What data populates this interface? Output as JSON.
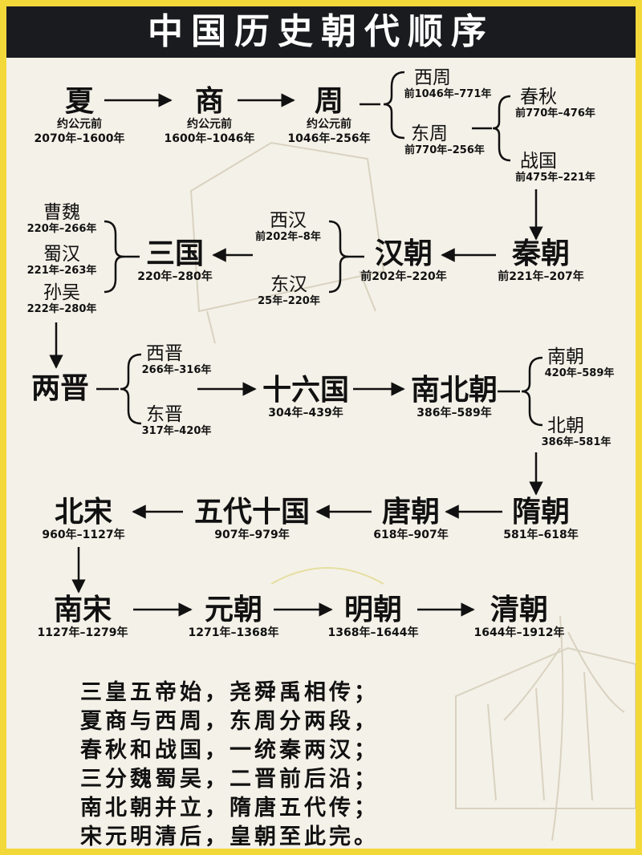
{
  "title": "中国历史朝代顺序",
  "colors": {
    "frame": "#f3d83a",
    "title_bar": "#1a1b1f",
    "title_text": "#ffffff",
    "paper": "#f4f1e8",
    "ink": "#111111"
  },
  "row1": {
    "xia": {
      "name": "夏",
      "note": "约公元前",
      "years": "2070年–1600年"
    },
    "shang": {
      "name": "商",
      "note": "约公元前",
      "years": "1600年–1046年"
    },
    "zhou": {
      "name": "周",
      "note": "约公元前",
      "years": "1046年–256年"
    },
    "western_zhou": {
      "name": "西周",
      "years": "前1046年–771年"
    },
    "eastern_zhou": {
      "name": "东周",
      "years": "前770年–256年"
    },
    "spring_autumn": {
      "name": "春秋",
      "years": "前770年–476年"
    },
    "warring_states": {
      "name": "战国",
      "years": "前475年–221年"
    }
  },
  "row2": {
    "qin": {
      "name": "秦朝",
      "years": "前221年–207年"
    },
    "han": {
      "name": "汉朝",
      "years": "前202年–220年"
    },
    "western_han": {
      "name": "西汉",
      "years": "前202年–8年"
    },
    "eastern_han": {
      "name": "东汉",
      "years": "25年–220年"
    },
    "three_kingdoms": {
      "name": "三国",
      "years": "220年–280年"
    },
    "cao_wei": {
      "name": "曹魏",
      "years": "220年–266年"
    },
    "shu_han": {
      "name": "蜀汉",
      "years": "221年–263年"
    },
    "sun_wu": {
      "name": "孙吴",
      "years": "222年–280年"
    }
  },
  "row3": {
    "jin": {
      "name": "两晋"
    },
    "western_jin": {
      "name": "西晋",
      "years": "266年–316年"
    },
    "eastern_jin": {
      "name": "东晋",
      "years": "317年–420年"
    },
    "sixteen_kingdoms": {
      "name": "十六国",
      "years": "304年–439年"
    },
    "nanbei": {
      "name": "南北朝",
      "years": "386年–589年"
    },
    "southern": {
      "name": "南朝",
      "years": "420年–589年"
    },
    "northern": {
      "name": "北朝",
      "years": "386年–581年"
    }
  },
  "row4": {
    "sui": {
      "name": "隋朝",
      "years": "581年–618年"
    },
    "tang": {
      "name": "唐朝",
      "years": "618年–907年"
    },
    "five_dynasties": {
      "name": "五代十国",
      "years": "907年–979年"
    },
    "northern_song": {
      "name": "北宋",
      "years": "960年–1127年"
    }
  },
  "row5": {
    "southern_song": {
      "name": "南宋",
      "years": "1127年–1279年"
    },
    "yuan": {
      "name": "元朝",
      "years": "1271年–1368年"
    },
    "ming": {
      "name": "明朝",
      "years": "1368年–1644年"
    },
    "qing": {
      "name": "清朝",
      "years": "1644年–1912年"
    }
  },
  "poem": [
    "三皇五帝始，尧舜禹相传；",
    "夏商与西周，东周分两段，",
    "春秋和战国，一统秦两汉；",
    "三分魏蜀吴，二晋前后沿；",
    "南北朝并立，隋唐五代传；",
    "宋元明清后，皇朝至此完。"
  ]
}
